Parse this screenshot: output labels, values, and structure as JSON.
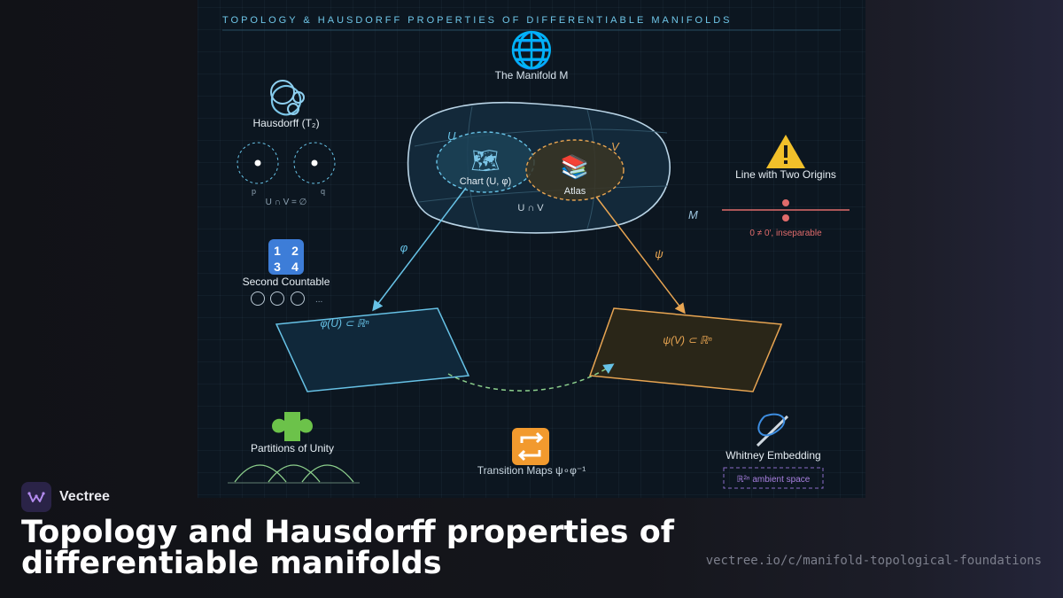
{
  "header": {
    "title": "TOPOLOGY & HAUSDORFF PROPERTIES OF DIFFERENTIABLE MANIFOLDS"
  },
  "manifold": {
    "icon": "globe-icon",
    "label": "The Manifold M",
    "u_label": "U",
    "v_label": "V",
    "m_label": "M",
    "chart_label": "Chart (U, φ)",
    "atlas_label": "Atlas",
    "intersection_label": "U ∩ V"
  },
  "hausdorff": {
    "icon": "bubbles-icon",
    "title": "Hausdorff (T₂)",
    "p_label": "p",
    "q_label": "q",
    "formula": "U ∩ V = ∅"
  },
  "countable": {
    "icon": "numbers-icon",
    "title": "Second Countable",
    "ellipsis": "..."
  },
  "two_origins": {
    "icon": "warning-icon",
    "title": "Line with Two Origins",
    "note": "0 ≠ 0′, inseparable"
  },
  "maps": {
    "phi": "φ",
    "psi": "ψ",
    "phi_image": "φ(U) ⊂ ℝⁿ",
    "psi_image": "ψ(V) ⊂ ℝⁿ"
  },
  "partitions": {
    "icon": "puzzle-icon",
    "title": "Partitions of Unity"
  },
  "transition": {
    "icon": "repeat-icon",
    "title": "Transition Maps ψ∘φ⁻¹"
  },
  "whitney": {
    "icon": "needle-icon",
    "title": "Whitney Embedding",
    "box": "ℝ²ⁿ ambient space"
  },
  "colors": {
    "accent_blue": "#67c2e6",
    "accent_orange": "#e8a552",
    "warning_red": "#e06b6b",
    "dashed_green": "#8ccf8c",
    "purple": "#a880e0"
  },
  "brand": {
    "name": "Vectree"
  },
  "footer": {
    "title": "Topology and Hausdorff properties of differentiable manifolds",
    "url": "vectree.io/c/manifold-topological-foundations"
  }
}
